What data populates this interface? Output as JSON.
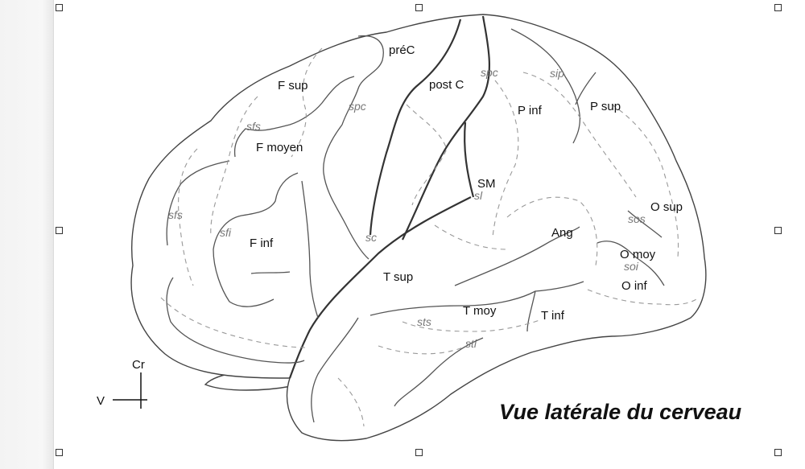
{
  "gyri": {
    "prec": "préC",
    "postc": "post C",
    "fsup": "F sup",
    "fmoyen": "F moyen",
    "finf": "F inf",
    "pinf": "P inf",
    "psup": "P sup",
    "sm": "SM",
    "ang": "Ang",
    "osup": "O sup",
    "omoy": "O moy",
    "oinf": "O inf",
    "tsup": "T sup",
    "tmoy": "T moy",
    "tinf": "T inf"
  },
  "sulci": {
    "spc1": "spc",
    "spc2": "spc",
    "sip": "sip",
    "sfs1": "sfs",
    "sfs2": "sfs",
    "sfi": "sfi",
    "sc": "sc",
    "sl": "sl",
    "sos": "sos",
    "soi": "soi",
    "sts": "sts",
    "sti": "sti"
  },
  "caption": "Vue latérale du cerveau",
  "axes": {
    "cr": "Cr",
    "v": "V"
  },
  "colors": {
    "line": "#333333",
    "sulcus_label": "#777777"
  }
}
